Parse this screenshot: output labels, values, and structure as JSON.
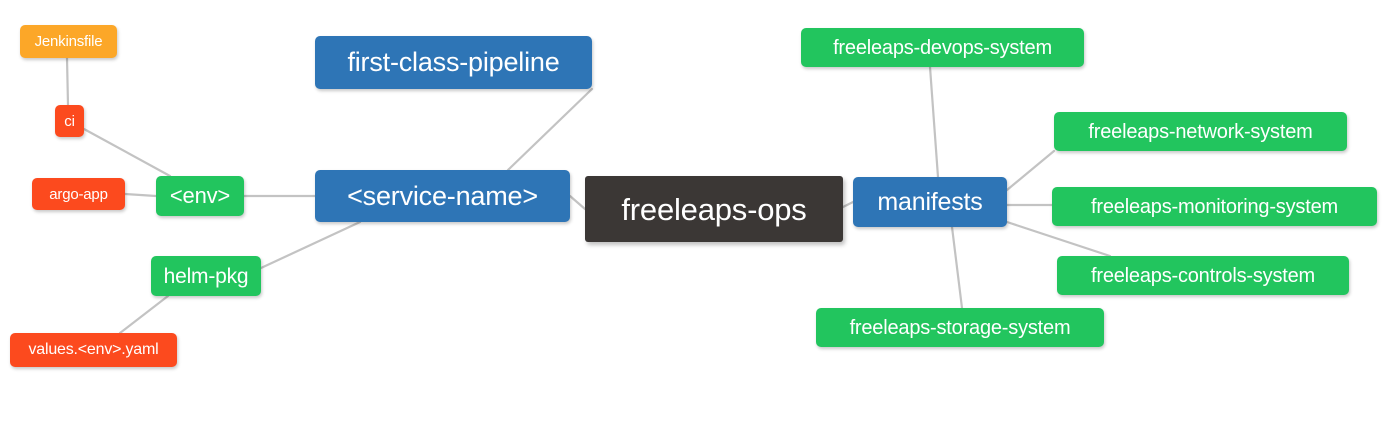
{
  "diagram": {
    "title": "freeleaps-ops repository mind map",
    "type": "mindmap",
    "background": "#ffffff",
    "edge_color": "#c3c3c3",
    "palette": {
      "root": "#3b3735",
      "blue": "#2e75b6",
      "green": "#22c55e",
      "orange": "#fca728",
      "red": "#fc4a1e",
      "text": "#ffffff"
    },
    "nodes": {
      "root": "freeleaps-ops",
      "first_class_pipeline": "first-class-pipeline",
      "service_name": "<service-name>",
      "manifests": "manifests",
      "env": "<env>",
      "helm_pkg": "helm-pkg",
      "ci": "ci",
      "jenkinsfile": "Jenkinsfile",
      "argo_app": "argo-app",
      "values_yaml": "values.<env>.yaml",
      "devops_system": "freeleaps-devops-system",
      "network_system": "freeleaps-network-system",
      "monitoring_system": "freeleaps-monitoring-system",
      "controls_system": "freeleaps-controls-system",
      "storage_system": "freeleaps-storage-system"
    },
    "edges": [
      {
        "from": "root",
        "to": "service_name"
      },
      {
        "from": "root",
        "to": "manifests"
      },
      {
        "from": "service_name",
        "to": "first_class_pipeline"
      },
      {
        "from": "service_name",
        "to": "env"
      },
      {
        "from": "service_name",
        "to": "helm_pkg"
      },
      {
        "from": "env",
        "to": "ci"
      },
      {
        "from": "env",
        "to": "argo_app"
      },
      {
        "from": "ci",
        "to": "jenkinsfile"
      },
      {
        "from": "helm_pkg",
        "to": "values_yaml"
      },
      {
        "from": "manifests",
        "to": "devops_system"
      },
      {
        "from": "manifests",
        "to": "network_system"
      },
      {
        "from": "manifests",
        "to": "monitoring_system"
      },
      {
        "from": "manifests",
        "to": "controls_system"
      },
      {
        "from": "manifests",
        "to": "storage_system"
      }
    ]
  }
}
